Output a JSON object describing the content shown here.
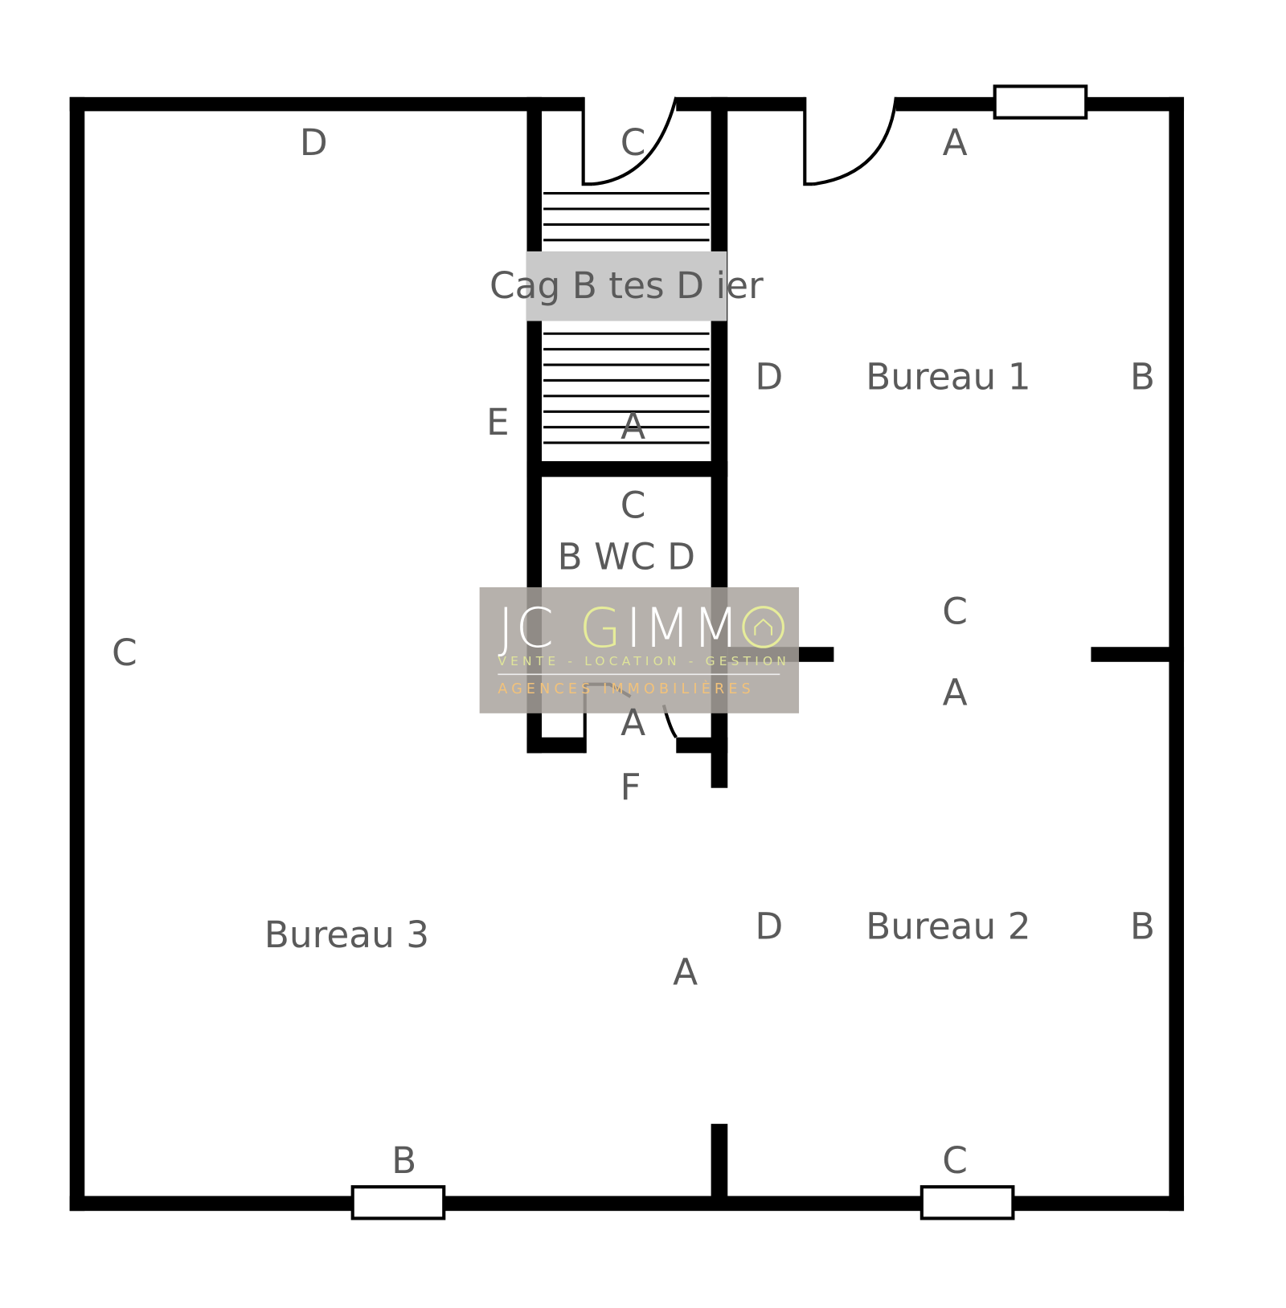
{
  "rooms": {
    "stairs": "Cag B tes D ier",
    "wc": "B WC D",
    "bureau1": "Bureau 1",
    "bureau2": "Bureau 2",
    "bureau3": "Bureau 3"
  },
  "wall_labels": {
    "b3_top": "D",
    "b3_left": "C",
    "b3_right": "E",
    "b3_bottom": "B",
    "stairs_top": "C",
    "stairs_bottom": "A",
    "wc_top": "C",
    "wc_bottom": "A",
    "wc_door": "F",
    "b1_top": "A",
    "b1_left": "D",
    "b1_right": "B",
    "b1_bottom": "C",
    "b2_top": "A",
    "b2_left": "D",
    "b2_right": "B",
    "b2_bottom": "C",
    "b3_corridor": "A"
  },
  "watermark": {
    "logo_a": "JC",
    "logo_b": "G",
    "logo_c": "IMM",
    "tagline": "VENTE - LOCATION - GESTION",
    "subtitle": "AGENCES IMMOBILIÈRES",
    "colors": {
      "accent": "#e6ec9a",
      "gold": "#f2c27a",
      "box": "#a9a39e"
    }
  }
}
